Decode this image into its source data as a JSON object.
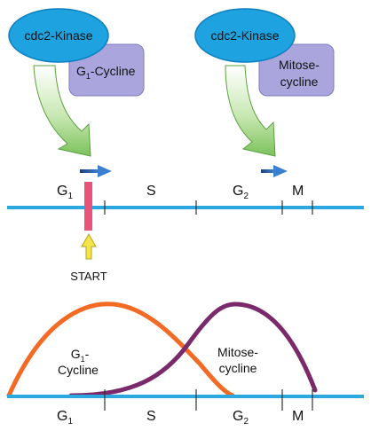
{
  "top": {
    "kinase_left": "cdc2-Kinase",
    "kinase_right": "cdc2-Kinase",
    "cycline_g1_prefix": "G",
    "cycline_g1_sub": "1",
    "cycline_g1_suffix": "-Cycline",
    "mitose_line1": "Mitose-",
    "mitose_line2": "cycline",
    "phases": {
      "g1_letter": "G",
      "g1_sub": "1",
      "s": "S",
      "g2_letter": "G",
      "g2_sub": "2",
      "m": "M"
    },
    "start_label": "START"
  },
  "bottom": {
    "curve_g1_line1_letter": "G",
    "curve_g1_line1_sub": "1",
    "curve_g1_line1_dash": "-",
    "curve_g1_line2": "Cycline",
    "curve_mitose_line1": "Mitose-",
    "curve_mitose_line2": "cycline",
    "phases": {
      "g1_letter": "G",
      "g1_sub": "1",
      "s": "S",
      "g2_letter": "G",
      "g2_sub": "2",
      "m": "M"
    }
  },
  "colors": {
    "kinase_fill": "#1fa3e0",
    "kinase_stroke": "#0e7fbf",
    "cycline_fill": "#aaa6dd",
    "timeline": "#2aa8df",
    "start_bar": "#e8537a",
    "start_arrow": "#f5e34a",
    "green_arrow": "#8fcc6a",
    "direction_arrow": "#2c5fa8",
    "g1_curve": "#f26a24",
    "mitose_curve": "#7a2a6a"
  }
}
